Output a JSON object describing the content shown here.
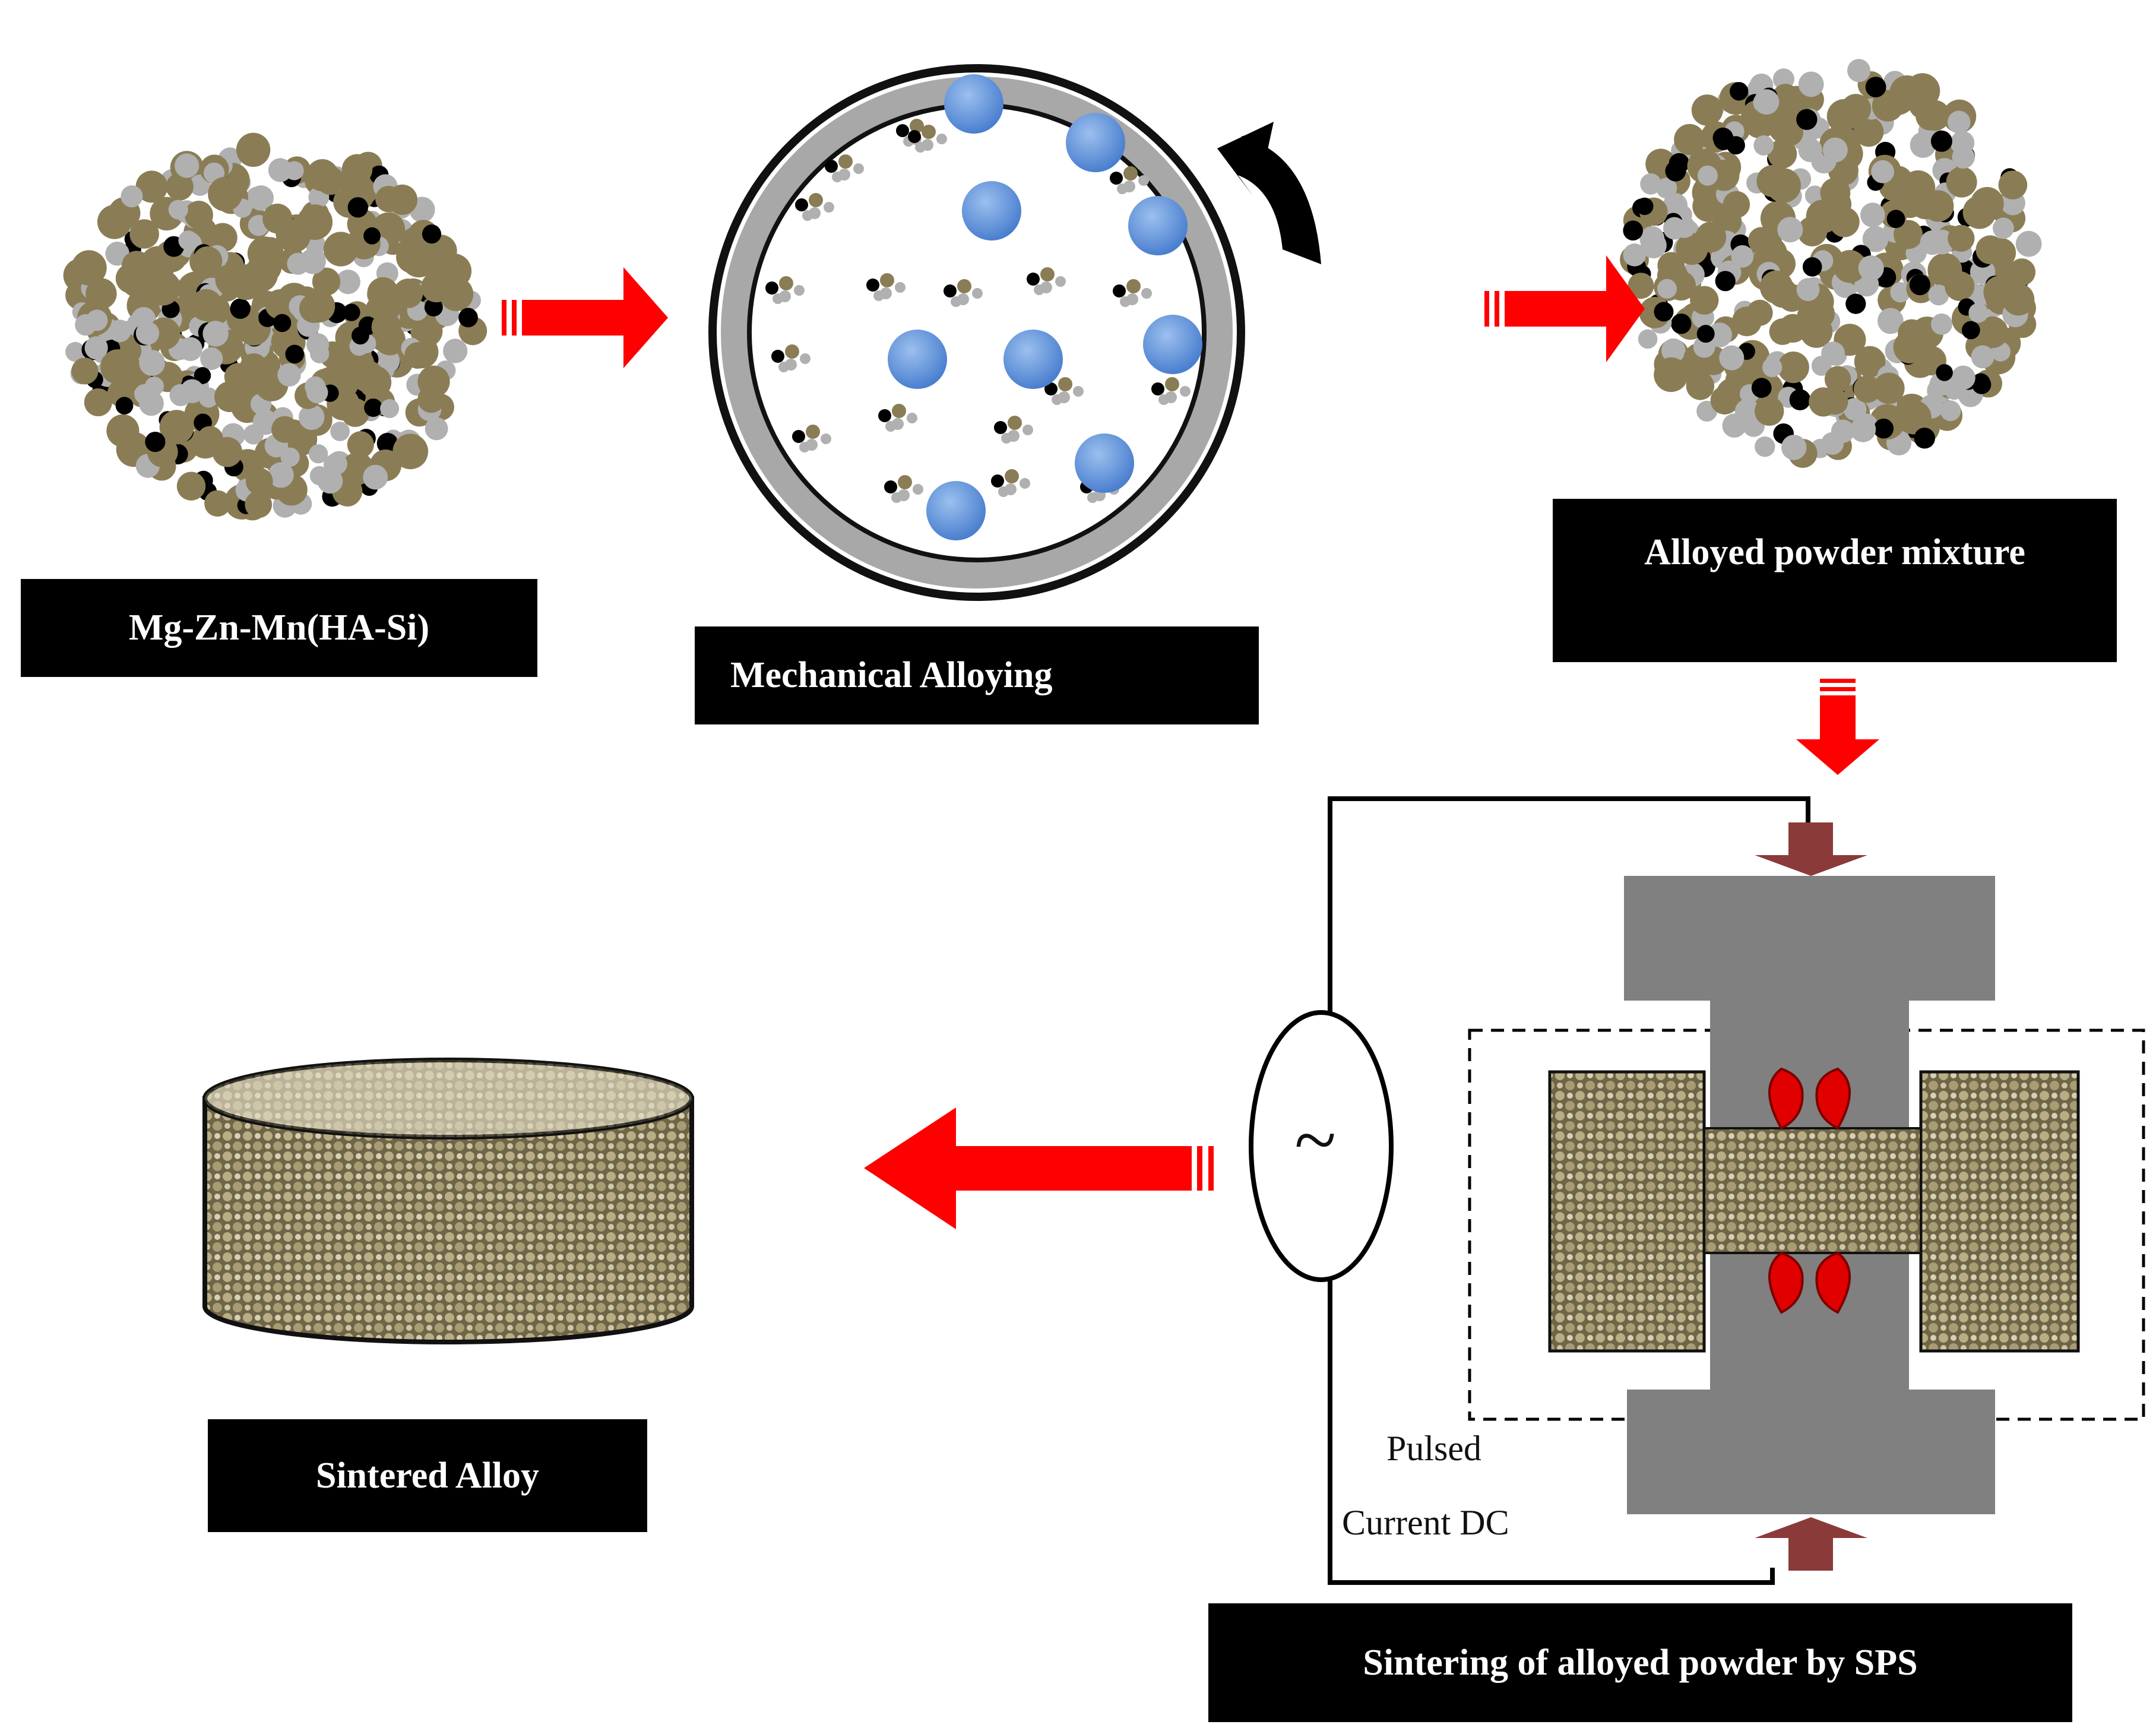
{
  "labels": {
    "start_powder": "Mg-Zn-Mn(HA-Si)",
    "milling": "Mechanical Alloying",
    "alloyed": "Alloyed powder mixture",
    "sintered": "Sintered Alloy",
    "sps": "Sintering of alloyed powder by SPS",
    "pulsed_line1": "Pulsed",
    "pulsed_line2": "Current DC",
    "ac_symbol": "~"
  },
  "colors": {
    "particle_olive": "#8a7d55",
    "particle_grey": "#b0b0b0",
    "particle_black": "#000000",
    "ball_blue": "#5b8fd6",
    "arrow_red": "#ff0000",
    "die_grey": "#808080",
    "press_arrow": "#8b3a3a",
    "spark_red": "#e00000"
  },
  "icons": {
    "rotation": "curved-rotation-arrow-icon",
    "flow": "striped-red-arrow-icon",
    "ac_source": "ac-source-icon"
  }
}
